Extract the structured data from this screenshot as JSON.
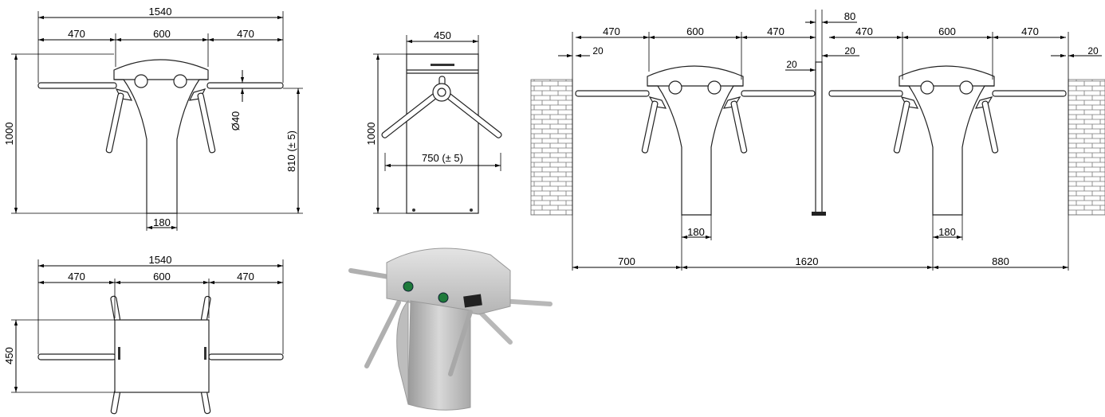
{
  "front": {
    "total_width": "1540",
    "left_arm": "470",
    "body_width": "600",
    "right_arm": "470",
    "height": "1000",
    "arm_height": "810 (± 5)",
    "arm_diameter": "Ø40",
    "base_width": "180"
  },
  "side": {
    "depth": "450",
    "height": "1000",
    "arm_span": "750 (± 5)"
  },
  "top": {
    "total_width": "1540",
    "left_arm": "470",
    "body_width": "600",
    "right_arm": "470",
    "depth": "450"
  },
  "install": {
    "u1_left": "470",
    "u1_body": "600",
    "u1_right": "470",
    "post": "80",
    "u2_left": "470",
    "u2_body": "600",
    "u2_right": "470",
    "gap_left": "20",
    "gap_post_left": "20",
    "gap_post_right": "20",
    "gap_right": "20",
    "base1": "180",
    "base2": "180",
    "wall_to_u1": "700",
    "u1_to_u2": "1620",
    "u2_to_wall": "880"
  },
  "colors": {
    "line": "#000000",
    "body_fill": "#ffffff",
    "photo_steel": "#c8c8c8",
    "led_green": "#1e7a3a"
  }
}
